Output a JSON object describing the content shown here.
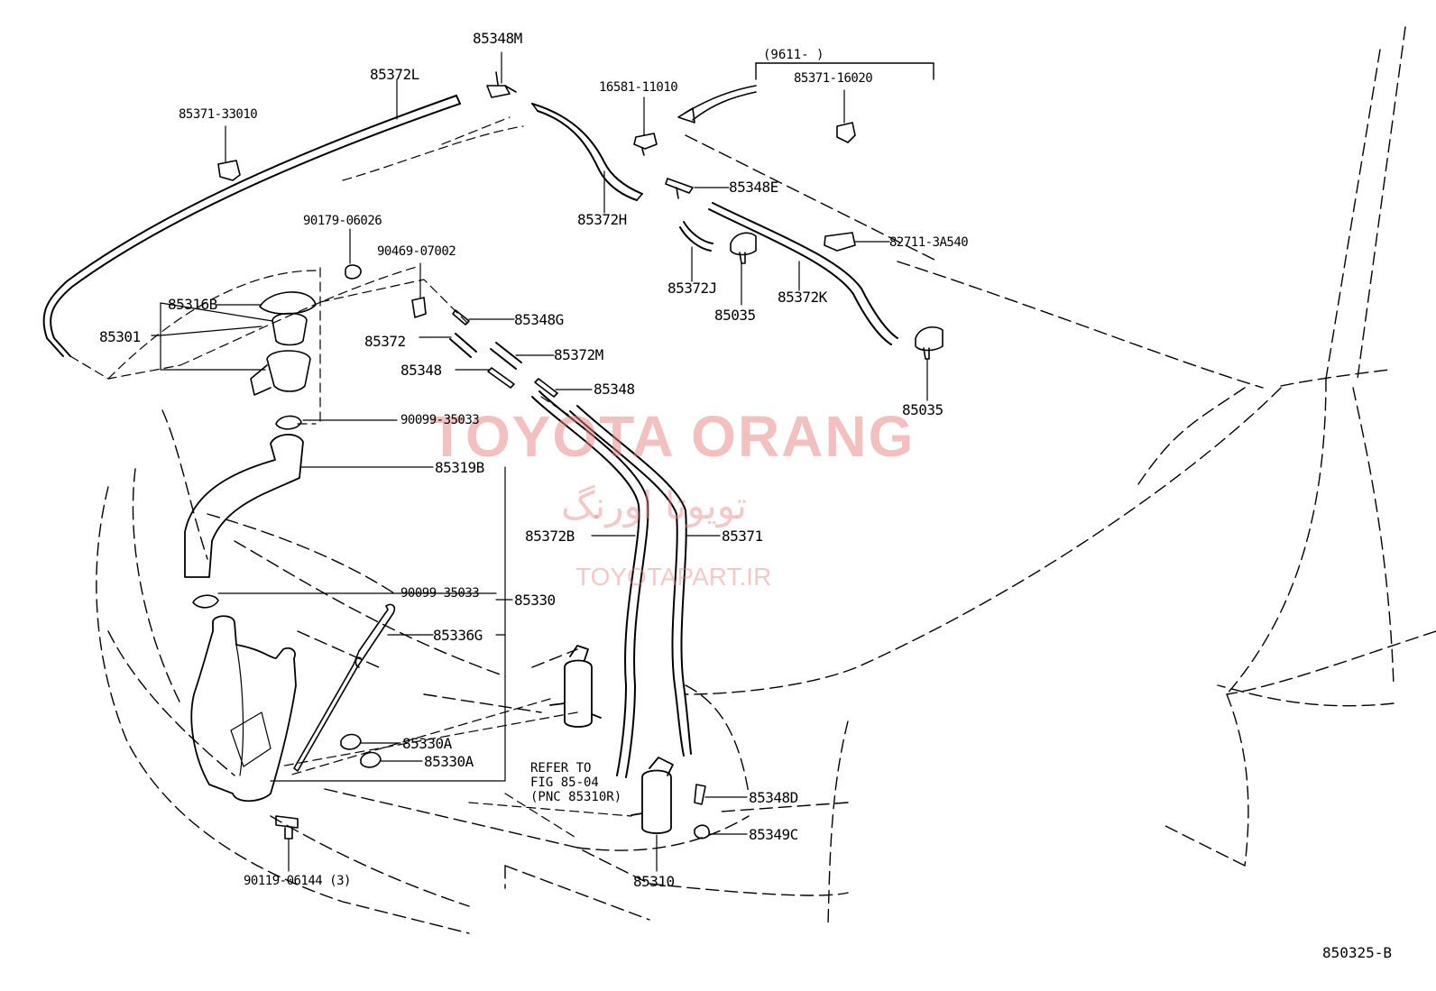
{
  "watermark": {
    "brand": "TOYOTA ORANG",
    "brand_fa": "تویوتا اورنگ",
    "url": "TOYOTAPART.IR"
  },
  "drawing_code": "850325-B",
  "note": {
    "bracket_range": "(9611-    )",
    "refer_line1": "REFER TO",
    "refer_line2": "FIG 85-04",
    "refer_line3": "(PNC 85310R)"
  },
  "parts": {
    "p85348M": "85348M",
    "p85372L": "85372L",
    "p85371_33010": "85371-33010",
    "p16581_11010": "16581-11010",
    "p85371_16020": "85371-16020",
    "p85348E": "85348E",
    "p85372H": "85372H",
    "p82711_3A540": "82711-3A540",
    "p90179_06026": "90179-06026",
    "p90469_07002": "90469-07002",
    "p85372J": "85372J",
    "p85372K": "85372K",
    "p85035_a": "85035",
    "p85035_b": "85035",
    "p85316B": "85316B",
    "p85301": "85301",
    "p85348G": "85348G",
    "p85372": "85372",
    "p85372M": "85372M",
    "p85348_a": "85348",
    "p85348_b": "85348",
    "p90099_35033_a": "90099-35033",
    "p85319B": "85319B",
    "p85372B": "85372B",
    "p85371": "85371",
    "p90099_35033_b": "90099-35033",
    "p85330": "85330",
    "p85336G": "85336G",
    "p85330A_a": "85330A",
    "p85330A_b": "85330A",
    "p85348D": "85348D",
    "p85349C": "85349C",
    "p90119_06144": "90119-06144 (3)",
    "p85310": "85310"
  }
}
